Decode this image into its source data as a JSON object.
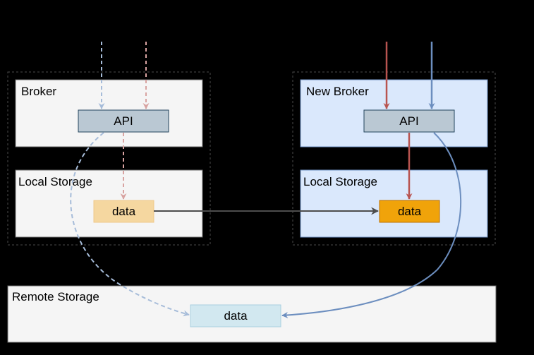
{
  "diagram": {
    "background": "#000000",
    "left_node": {
      "broker": {
        "label": "Broker",
        "api_label": "API"
      },
      "local_storage": {
        "label": "Local Storage",
        "data_label": "data"
      }
    },
    "right_node": {
      "broker": {
        "label": "New Broker",
        "api_label": "API"
      },
      "local_storage": {
        "label": "Local Storage",
        "data_label": "data"
      }
    },
    "remote_storage": {
      "label": "Remote Storage",
      "data_label": "data"
    },
    "colors": {
      "panel_gray": "#f5f5f5",
      "panel_blue": "#dae8fc",
      "api_fill": "#bac8d3",
      "data_faded": "#f5d7a0",
      "data_active": "#f0a30a",
      "remote_data": "#d2e8f0",
      "arrow_red": "#b85450",
      "arrow_blue": "#6c8ebf",
      "arrow_gray": "#4d4d4d"
    }
  }
}
